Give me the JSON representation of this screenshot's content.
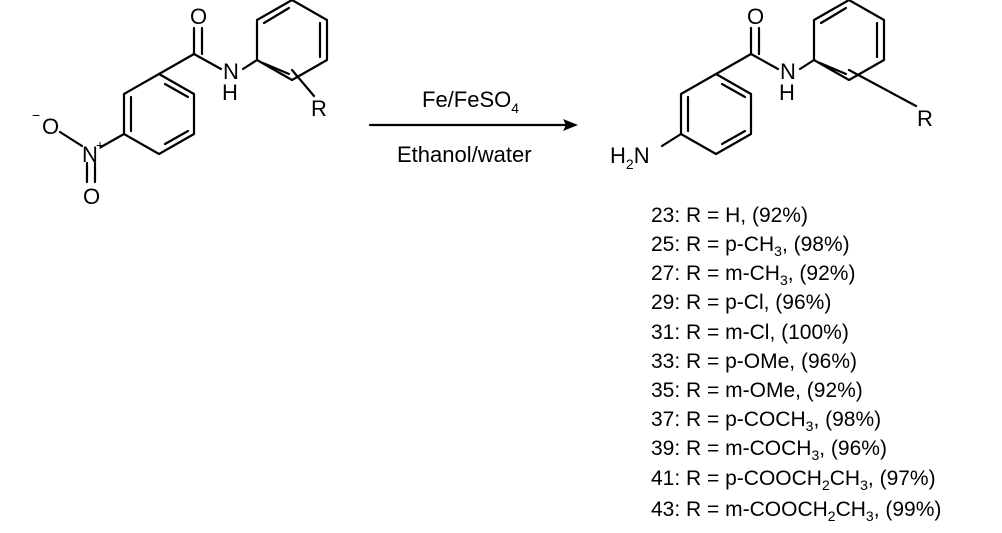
{
  "reactant": {
    "atoms": {
      "carbonyl_o": "O",
      "amide_n": "N",
      "amide_h": "H",
      "nitro_n": "N",
      "nitro_n_charge": "+",
      "nitro_o_top": "O",
      "nitro_o_top_charge": "−",
      "nitro_o_bottom": "O",
      "substituent": "R"
    }
  },
  "reaction": {
    "reagent_main": "Fe/FeSO",
    "reagent_sub": "4",
    "solvent": "Ethanol/water"
  },
  "product": {
    "atoms": {
      "carbonyl_o": "O",
      "amide_n": "N",
      "amide_h": "H",
      "amine_h": "H",
      "amine_sub": "2",
      "amine_n": "N",
      "substituent": "R"
    }
  },
  "compounds": [
    {
      "label": "23: R = H, (92%)"
    },
    {
      "label": "25: R = p-CH",
      "sub": "3",
      "tail": ", (98%)"
    },
    {
      "label": "27: R = m-CH",
      "sub": "3",
      "tail": ", (92%)"
    },
    {
      "label": "29: R = p-Cl, (96%)"
    },
    {
      "label": "31: R = m-Cl, (100%)"
    },
    {
      "label": "33: R = p-OMe, (96%)"
    },
    {
      "label": "35: R = m-OMe, (92%)"
    },
    {
      "label": "37: R = p-COCH",
      "sub": "3",
      "tail": ", (98%)"
    },
    {
      "label": "39: R = m-COCH",
      "sub": "3",
      "tail": ", (96%)"
    },
    {
      "label": "41: R = p-COOCH",
      "sub": "2",
      "mid": "CH",
      "sub2": "3",
      "tail": ", (97%)"
    },
    {
      "label": "43: R = m-COOCH",
      "sub": "2",
      "mid": "CH",
      "sub2": "3",
      "tail": ", (99%)"
    }
  ]
}
